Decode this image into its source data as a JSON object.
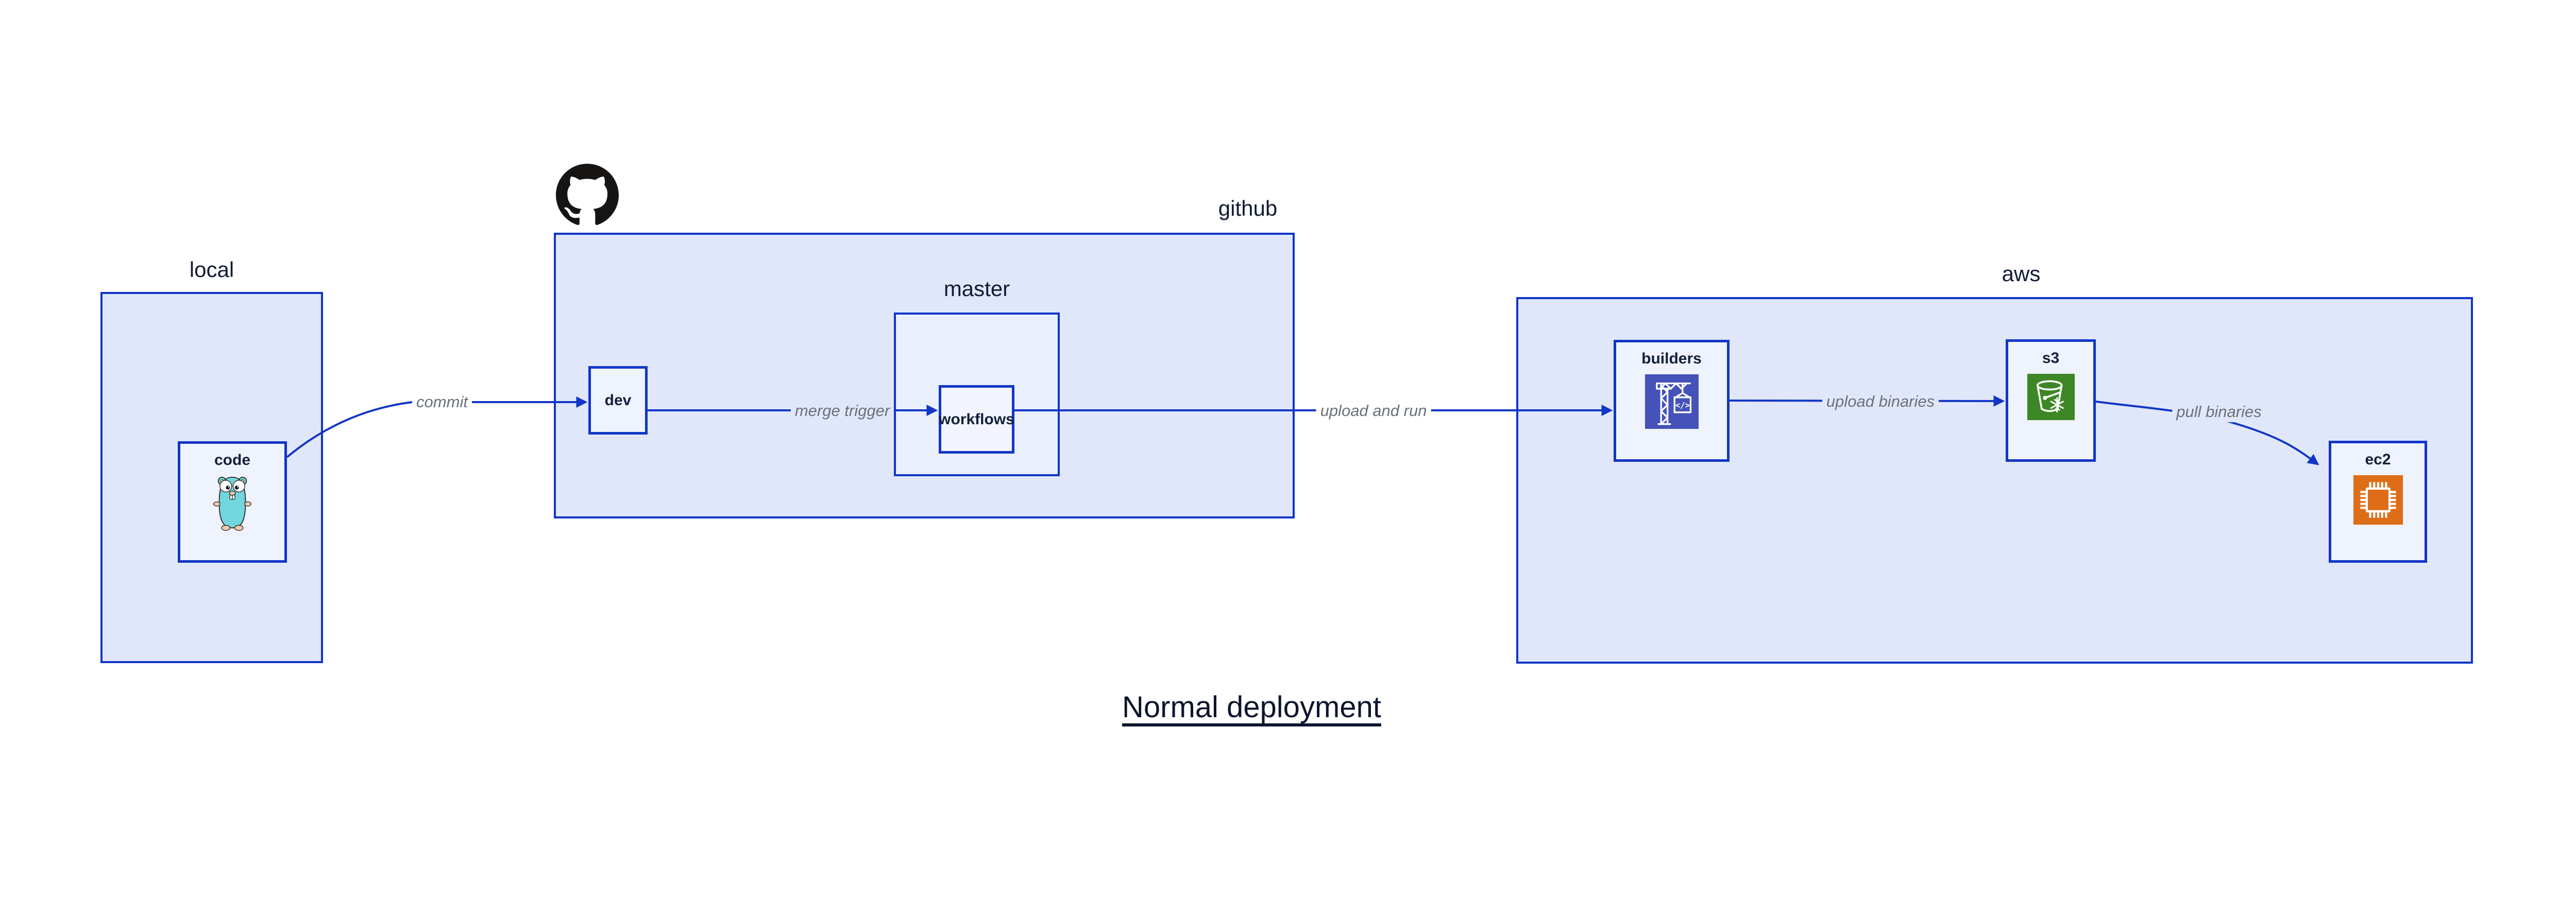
{
  "diagram": {
    "title": "Normal deployment",
    "colors": {
      "border_blue": "#1136c6",
      "arrow_blue": "#1136c6",
      "group_fill": "#e1e7fb",
      "subgroup_fill": "#eaeffc",
      "node_fill": "#eff3fd",
      "edge_label_gray": "#6b7079",
      "dark_text": "#111b35",
      "white_bg": "#ffffff",
      "builders_icon_bg": "#4452b9",
      "s3_icon_bg": "#3e8726",
      "ec2_icon_bg": "#dd6d17",
      "gopher_teal": "#72d6de",
      "github_black": "#171513"
    },
    "groups": {
      "local": {
        "label": "local"
      },
      "github": {
        "label": "github",
        "logo_icon": "github-octocat-icon"
      },
      "master": {
        "label": "master"
      },
      "aws": {
        "label": "aws"
      }
    },
    "nodes": {
      "code": {
        "label": "code",
        "icon": "go-gopher-icon"
      },
      "dev": {
        "label": "dev"
      },
      "workflows": {
        "label": "workflows"
      },
      "builders": {
        "label": "builders",
        "icon": "codebuild-crane-icon",
        "icon_glyph": "</>"
      },
      "s3": {
        "label": "s3",
        "icon": "s3-bucket-snowflake-icon"
      },
      "ec2": {
        "label": "ec2",
        "icon": "ec2-chip-icon"
      }
    },
    "edges": [
      {
        "from": "code",
        "to": "dev",
        "label": "commit",
        "label_bg": "#ffffff"
      },
      {
        "from": "dev",
        "to": "workflows",
        "label": "merge trigger",
        "label_bg": "#e1e7fb"
      },
      {
        "from": "workflows",
        "to": "builders",
        "label": "upload and run",
        "label_bg": "#ffffff"
      },
      {
        "from": "builders",
        "to": "s3",
        "label": "upload binaries",
        "label_bg": "#e1e7fb"
      },
      {
        "from": "s3",
        "to": "ec2",
        "label": "pull binaries",
        "label_bg": "#e1e7fb"
      }
    ]
  }
}
